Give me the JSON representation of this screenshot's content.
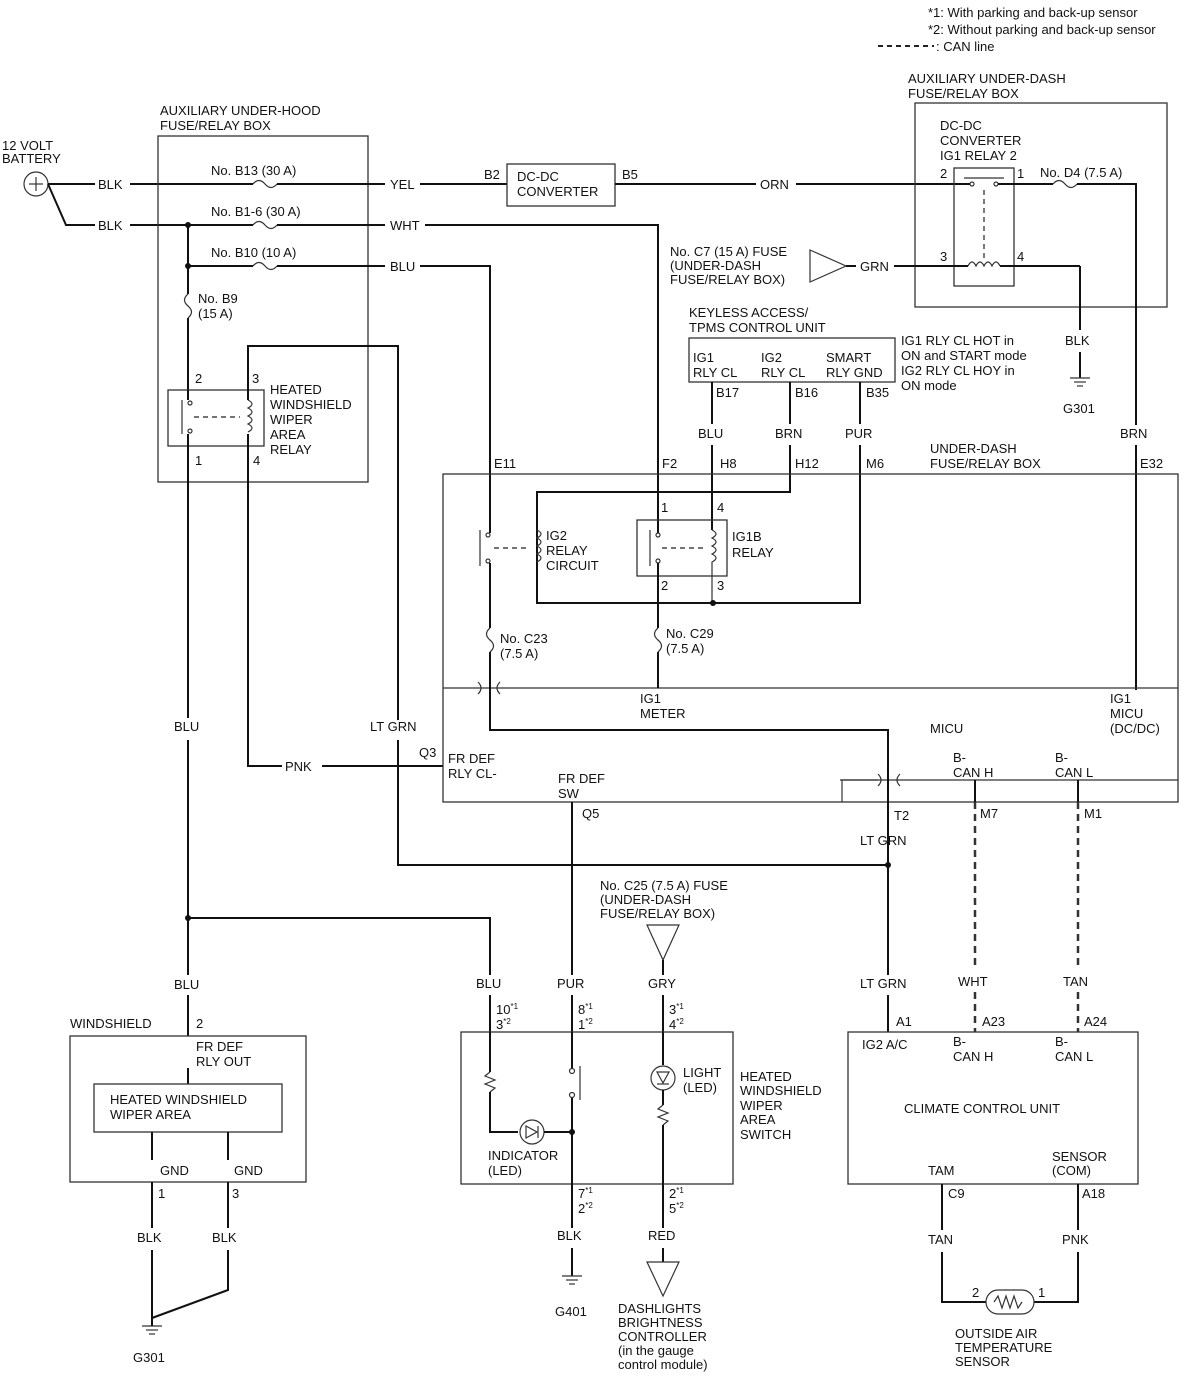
{
  "legend": {
    "note1": "*1: With parking and back-up sensor",
    "note2": "*2: Without parking and back-up sensor",
    "can_line": ": CAN line"
  },
  "battery": {
    "l1": "12 VOLT",
    "l2": "BATTERY"
  },
  "hood_box": {
    "title1": "AUXILIARY UNDER-HOOD",
    "title2": "FUSE/RELAY BOX",
    "fuse_b13": "No. B13 (30 A)",
    "fuse_b16": "No. B1-6 (30 A)",
    "fuse_b10": "No. B10 (10 A)",
    "fuse_b9_a": "No. B9",
    "fuse_b9_b": "(15 A)",
    "relay_l1": "HEATED",
    "relay_l2": "WINDSHIELD",
    "relay_l3": "WIPER",
    "relay_l4": "AREA",
    "relay_l5": "RELAY",
    "pin_2": "2",
    "pin_3": "3",
    "pin_1": "1",
    "pin_4": "4"
  },
  "dcdc": {
    "l1": "DC-DC",
    "l2": "CONVERTER",
    "b2": "B2",
    "b5": "B5"
  },
  "aux_dash_box": {
    "title1": "AUXILIARY UNDER-DASH",
    "title2": "FUSE/RELAY BOX",
    "relay_l1": "DC-DC",
    "relay_l2": "CONVERTER",
    "relay_l3": "IG1 RELAY 2",
    "fuse_d4": "No. D4 (7.5 A)",
    "p2": "2",
    "p1": "1",
    "p3": "3",
    "p4": "4"
  },
  "c7_fuse": {
    "l1": "No. C7 (15 A) FUSE",
    "l2": "(UNDER-DASH",
    "l3": "FUSE/RELAY BOX)"
  },
  "keyless": {
    "title1": "KEYLESS ACCESS/",
    "title2": "TPMS CONTROL UNIT",
    "c1a": "IG1",
    "c1b": "RLY CL",
    "c2a": "IG2",
    "c2b": "RLY CL",
    "c3a": "SMART",
    "c3b": "RLY GND",
    "b17": "B17",
    "b16": "B16",
    "b35": "B35",
    "note1": "IG1 RLY CL HOT in",
    "note2": "ON and START mode",
    "note3": "IG2 RLY CL HOY in",
    "note4": "ON mode"
  },
  "g301_top": "G301",
  "under_dash": {
    "title1": "UNDER-DASH",
    "title2": "FUSE/RELAY BOX",
    "e11": "E11",
    "f2": "F2",
    "h8": "H8",
    "h12": "H12",
    "m6": "M6",
    "e32": "E32",
    "ig2_l1": "IG2",
    "ig2_l2": "RELAY",
    "ig2_l3": "CIRCUIT",
    "ig1b_l1": "IG1B",
    "ig1b_l2": "RELAY",
    "p1": "1",
    "p4": "4",
    "p2": "2",
    "p3": "3",
    "c23_a": "No. C23",
    "c23_b": "(7.5 A)",
    "c29_a": "No. C29",
    "c29_b": "(7.5 A)",
    "ig1_meter_a": "IG1",
    "ig1_meter_b": "METER",
    "ig1_micu_a": "IG1",
    "ig1_micu_b": "MICU",
    "ig1_micu_c": "(DC/DC)",
    "micu": "MICU",
    "frdef_a": "FR DEF",
    "frdef_b": "RLY CL-",
    "frsw_a": "FR DEF",
    "frsw_b": "SW",
    "bcanh_a": "B-",
    "bcanh_b": "CAN H",
    "bcanl_a": "B-",
    "bcanl_b": "CAN L",
    "q3": "Q3",
    "q5": "Q5",
    "t2": "T2",
    "m7": "M7",
    "m1": "M1"
  },
  "wires": {
    "blk1": "BLK",
    "blk2": "BLK",
    "yel": "YEL",
    "wht": "WHT",
    "blu": "BLU",
    "orn": "ORN",
    "grn": "GRN",
    "blk_g": "BLK",
    "brn_r": "BRN",
    "blu_k": "BLU",
    "brn_k": "BRN",
    "pur_k": "PUR",
    "blu_left": "BLU",
    "ltgrn1": "LT GRN",
    "pnk": "PNK",
    "ltgrn2": "LT GRN",
    "blu_ws": "BLU",
    "blu_sw": "BLU",
    "pur_sw": "PUR",
    "gry": "GRY",
    "ltgrn3": "LT GRN",
    "wht_c": "WHT",
    "tan_c": "TAN",
    "blk_ws1": "BLK",
    "blk_ws3": "BLK",
    "blk_sw": "BLK",
    "red": "RED",
    "tan_s": "TAN",
    "pnk_s": "PNK"
  },
  "c25_fuse": {
    "l1": "No. C25 (7.5 A) FUSE",
    "l2": "(UNDER-DASH",
    "l3": "FUSE/RELAY BOX)"
  },
  "windshield": {
    "title": "WINDSHIELD",
    "pin2": "2",
    "frdef_a": "FR DEF",
    "frdef_b": "RLY OUT",
    "inner1": "HEATED WINDSHIELD",
    "inner2": "WIPER AREA",
    "gnd1": "GND",
    "gnd3": "GND",
    "pin1": "1",
    "pin3": "3"
  },
  "switch": {
    "p10": "10",
    "p3": "3",
    "p8": "8",
    "p1": "1",
    "p3b": "3",
    "p4": "4",
    "p7": "7",
    "p2": "2",
    "p2b": "2",
    "p5": "5",
    "s1": "*1",
    "s2": "*2",
    "light_a": "LIGHT",
    "light_b": "(LED)",
    "ind_a": "INDICATOR",
    "ind_b": "(LED)",
    "title1": "HEATED",
    "title2": "WINDSHIELD",
    "title3": "WIPER",
    "title4": "AREA",
    "title5": "SWITCH"
  },
  "g401": "G401",
  "g301_bottom": "G301",
  "dash_ctrl": {
    "l1": "DASHLIGHTS",
    "l2": "BRIGHTNESS",
    "l3": "CONTROLLER",
    "l4": "(in the gauge",
    "l5": "control module)"
  },
  "climate": {
    "a1": "A1",
    "a23": "A23",
    "a24": "A24",
    "ig2ac": "IG2 A/C",
    "canh_a": "B-",
    "canh_b": "CAN H",
    "canl_a": "B-",
    "canl_b": "CAN L",
    "title": "CLIMATE CONTROL UNIT",
    "tam": "TAM",
    "sensor_a": "SENSOR",
    "sensor_b": "(COM)",
    "c9": "C9",
    "a18": "A18"
  },
  "oat": {
    "p2": "2",
    "p1": "1",
    "l1": "OUTSIDE AIR",
    "l2": "TEMPERATURE",
    "l3": "SENSOR"
  }
}
